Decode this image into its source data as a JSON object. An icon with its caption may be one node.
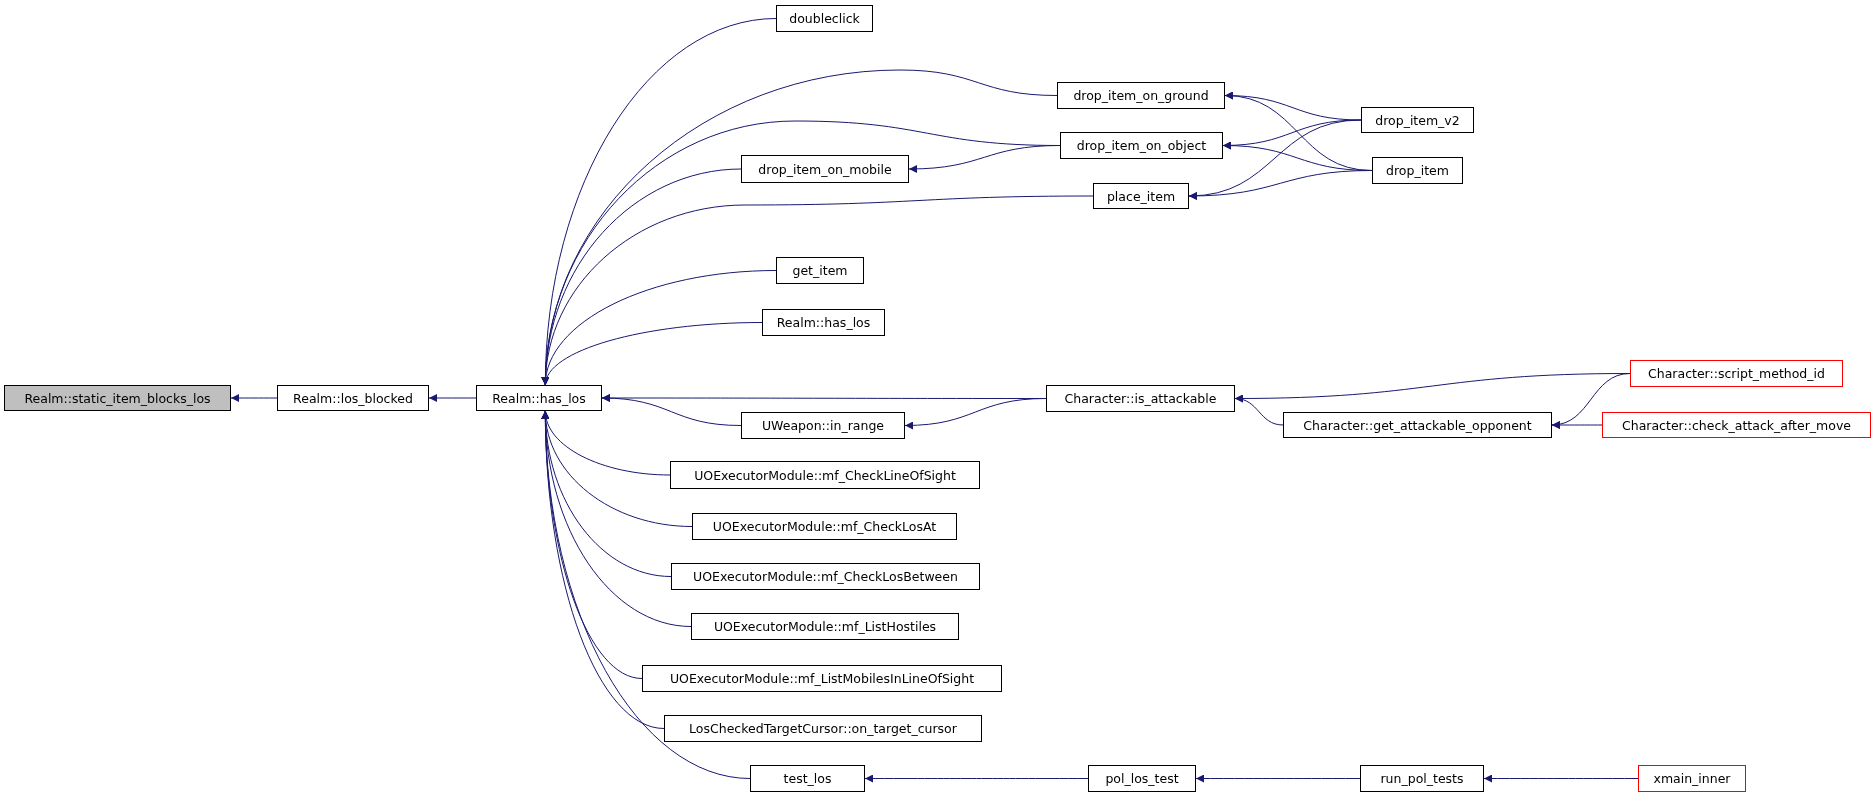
{
  "diagram": {
    "nodes": [
      {
        "text": [
          "Realm::static_item_blocks_los"
        ]
      },
      {
        "text": [
          "Realm::los_blocked"
        ]
      },
      {
        "text": [
          "Realm::has_los"
        ]
      },
      {
        "text": [
          "doubleclick"
        ]
      },
      {
        "text": [
          "drop_item_on_ground"
        ]
      },
      {
        "text": [
          "drop_item_on_object"
        ]
      },
      {
        "text": [
          "drop_item_on_mobile"
        ]
      },
      {
        "text": [
          "place_item"
        ]
      },
      {
        "text": [
          "drop_item_v2"
        ]
      },
      {
        "text": [
          "drop_item"
        ]
      },
      {
        "text": [
          "get_item"
        ]
      },
      {
        "text": [
          "Realm::has_los"
        ]
      },
      {
        "text": [
          "Character::is_attackable"
        ]
      },
      {
        "text": [
          "UWeapon::in_range"
        ]
      },
      {
        "text": [
          "Character::script_method_id"
        ]
      },
      {
        "text": [
          "Character::get_attackable_opponent"
        ]
      },
      {
        "text": [
          "Character::check_attack_after_move"
        ]
      },
      {
        "text": [
          "UOExecutorModule::mf_CheckLineOfSight"
        ]
      },
      {
        "text": [
          "UOExecutorModule::mf_CheckLosAt"
        ]
      },
      {
        "text": [
          "UOExecutorModule::mf_CheckLosBetween"
        ]
      },
      {
        "text": [
          "UOExecutorModule::mf_ListHostiles"
        ]
      },
      {
        "text": [
          "UOExecutorModule::mf_ListMobilesInLineOfSight"
        ]
      },
      {
        "text": [
          "LosCheckedTargetCursor::on_target_cursor"
        ]
      },
      {
        "text": [
          "test_los"
        ]
      },
      {
        "text": [
          "pol_los_test"
        ]
      },
      {
        "text": [
          "run_pol_tests"
        ]
      },
      {
        "text": [
          "xmain_inner"
        ]
      }
    ],
    "edges": [
      {
        "from": 1,
        "to": 0,
        "arrow": "to"
      },
      {
        "from": 2,
        "to": 1,
        "arrow": "to"
      },
      {
        "from": 3,
        "to": 2,
        "arrow": "to"
      },
      {
        "from": 4,
        "to": 2,
        "arrow": "to"
      },
      {
        "from": 5,
        "to": 2,
        "arrow": "to"
      },
      {
        "from": 6,
        "to": 2,
        "arrow": "to"
      },
      {
        "from": 7,
        "to": 2,
        "arrow": "to"
      },
      {
        "from": 10,
        "to": 2,
        "arrow": "to"
      },
      {
        "from": 11,
        "to": 2,
        "arrow": "to"
      },
      {
        "from": 12,
        "to": 2,
        "arrow": "to"
      },
      {
        "from": 13,
        "to": 2,
        "arrow": "to"
      },
      {
        "from": 17,
        "to": 2,
        "arrow": "to"
      },
      {
        "from": 18,
        "to": 2,
        "arrow": "to"
      },
      {
        "from": 19,
        "to": 2,
        "arrow": "to"
      },
      {
        "from": 20,
        "to": 2,
        "arrow": "to"
      },
      {
        "from": 21,
        "to": 2,
        "arrow": "to"
      },
      {
        "from": 22,
        "to": 2,
        "arrow": "to"
      },
      {
        "from": 23,
        "to": 2,
        "arrow": "to"
      },
      {
        "from": 5,
        "to": 6,
        "arrow": "to"
      },
      {
        "from": 8,
        "to": 4,
        "arrow": "to"
      },
      {
        "from": 9,
        "to": 4,
        "arrow": "to"
      },
      {
        "from": 8,
        "to": 5,
        "arrow": "to"
      },
      {
        "from": 9,
        "to": 5,
        "arrow": "to"
      },
      {
        "from": 8,
        "to": 7,
        "arrow": "to"
      },
      {
        "from": 9,
        "to": 7,
        "arrow": "to"
      },
      {
        "from": 12,
        "to": 13,
        "arrow": "to"
      },
      {
        "from": 14,
        "to": 12,
        "arrow": "to"
      },
      {
        "from": 15,
        "to": 12,
        "arrow": "to"
      },
      {
        "from": 14,
        "to": 15,
        "arrow": "to"
      },
      {
        "from": 16,
        "to": 15,
        "arrow": "to"
      },
      {
        "from": 24,
        "to": 23,
        "arrow": "to"
      },
      {
        "from": 25,
        "to": 24,
        "arrow": "to"
      },
      {
        "from": 26,
        "to": 25,
        "arrow": "to"
      }
    ]
  }
}
